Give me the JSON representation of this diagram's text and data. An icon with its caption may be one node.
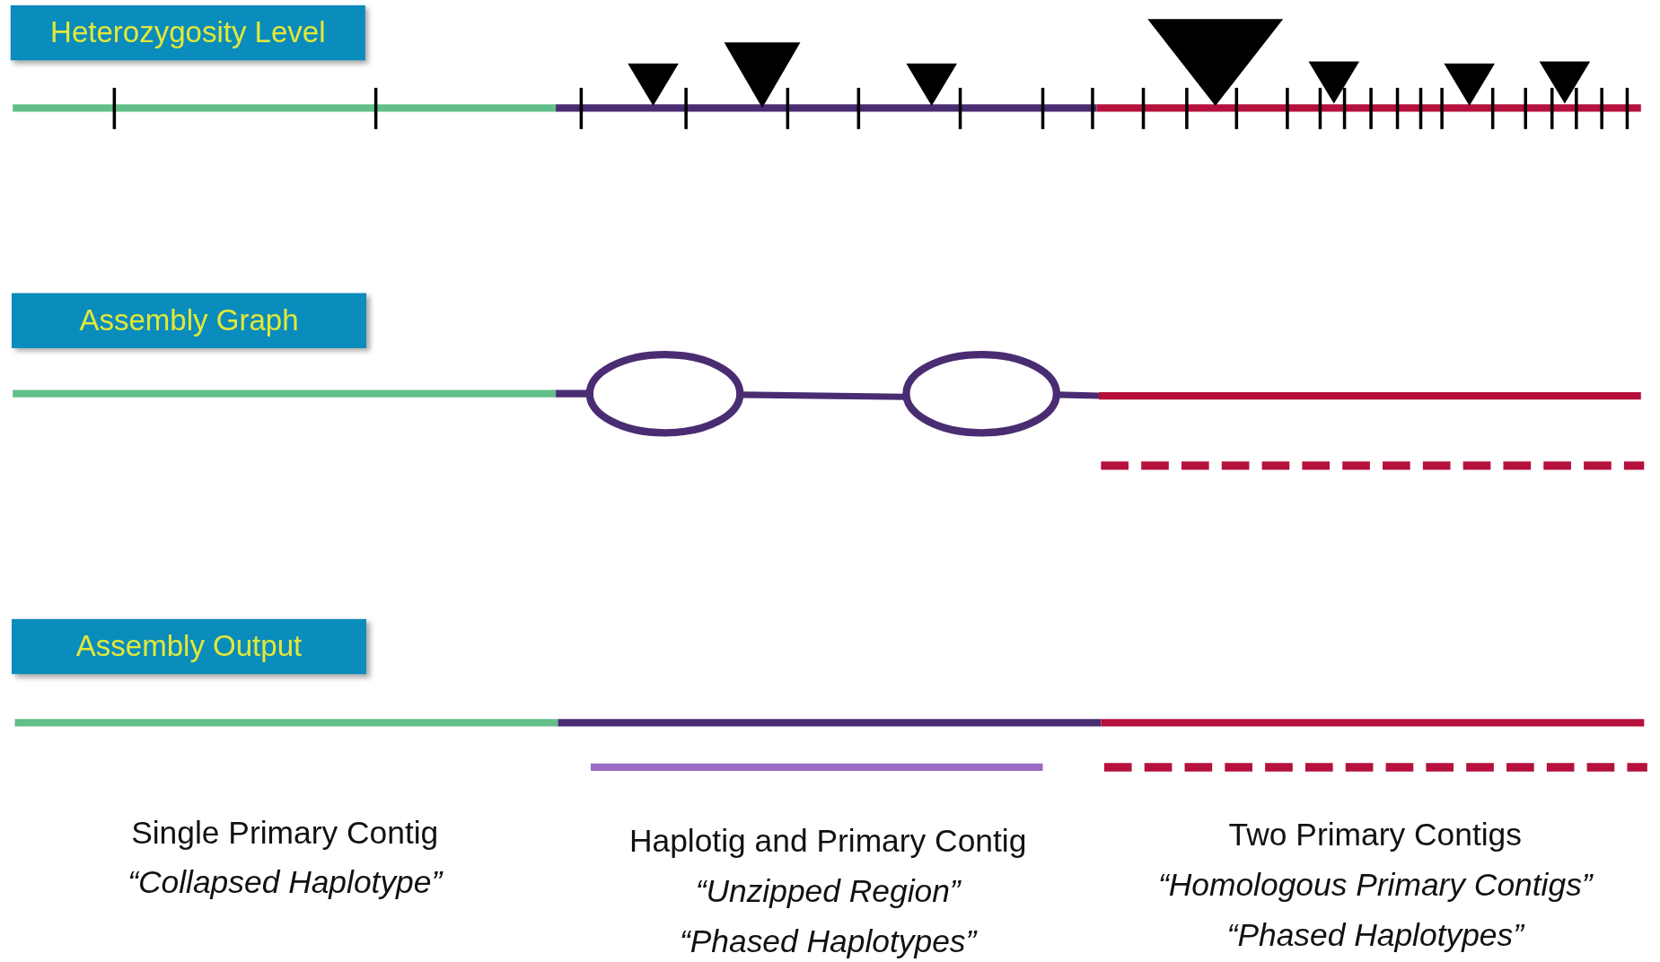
{
  "diagram": {
    "nodes": [
      {
        "text": [
          "Heterozygosity Level"
        ]
      },
      {
        "text": [
          "Assembly Graph"
        ]
      },
      {
        "text": [
          "Assembly Output"
        ]
      }
    ],
    "labels": [
      "Single Primary Contig",
      "“Collapsed Haplotype”",
      "Haplotig and Primary Contig",
      "“Unzipped Region”",
      "“Phased Haplotypes”",
      "Two Primary Contigs",
      "“Homologous Primary Contigs”",
      "“Phased Haplotypes”"
    ]
  }
}
